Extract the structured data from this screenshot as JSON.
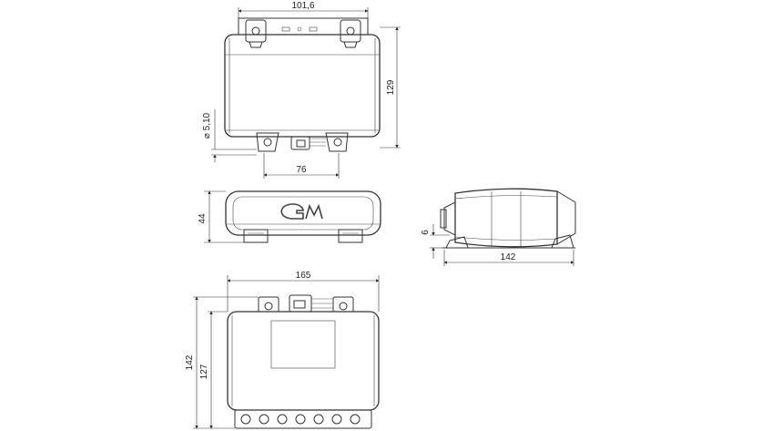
{
  "dimensions": {
    "top_width": "101,6",
    "top_height": "129",
    "hole_diameter": "⌀ 5,10",
    "hole_spacing": "76",
    "side_height": "44",
    "base_thickness": "6",
    "profile_length": "142",
    "bottom_width": "165",
    "bottom_overall_height": "142",
    "bottom_body_height": "127"
  },
  "logo_text": "GM"
}
